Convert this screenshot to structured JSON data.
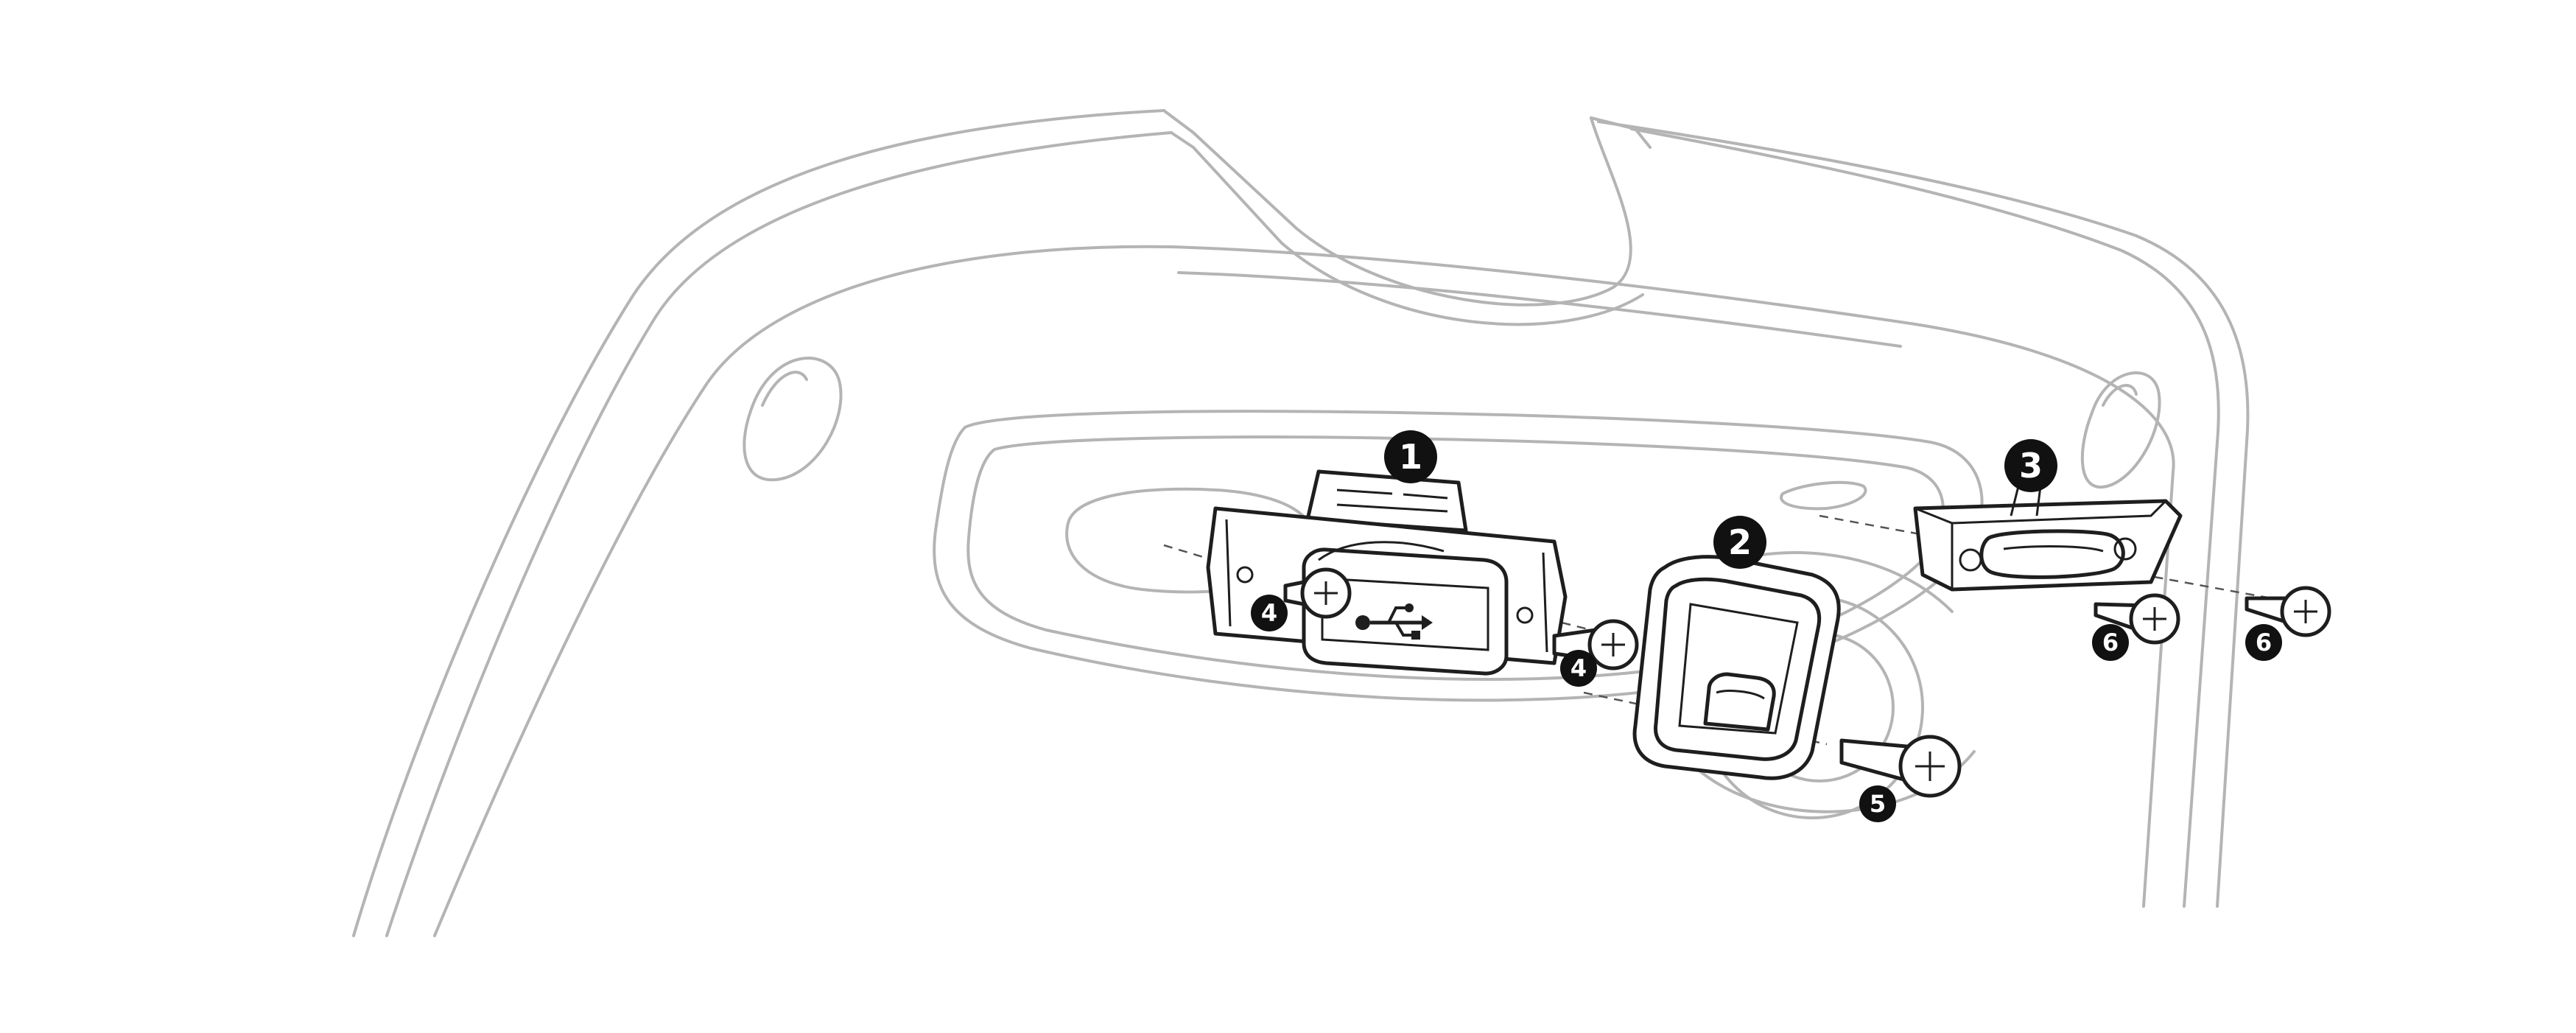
{
  "diagram": {
    "callouts": [
      {
        "id": "c1",
        "label": "1",
        "part": "usb-port-bracket"
      },
      {
        "id": "c2",
        "label": "2",
        "part": "port-cover-seal"
      },
      {
        "id": "c3",
        "label": "3",
        "part": "connector-housing"
      },
      {
        "id": "c4a",
        "label": "4",
        "part": "screw-bracket-left"
      },
      {
        "id": "c4b",
        "label": "4",
        "part": "screw-bracket-right"
      },
      {
        "id": "c5",
        "label": "5",
        "part": "screw-cover"
      },
      {
        "id": "c6a",
        "label": "6",
        "part": "screw-housing-left"
      },
      {
        "id": "c6b",
        "label": "6",
        "part": "screw-housing-right"
      }
    ],
    "usb_symbol": "usb-icon",
    "colors": {
      "housing": "#b4b4b4",
      "parts": "#1e1e1e",
      "callout": "#111111"
    }
  }
}
